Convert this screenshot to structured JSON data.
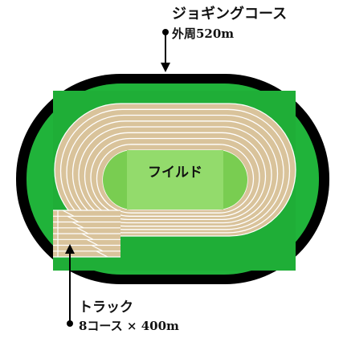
{
  "labels": {
    "jogging_title": "ジョギングコース",
    "jogging_sub": "外周520m",
    "track_title": "トラック",
    "track_sub": "8コース × 400m",
    "field": "フイルド"
  },
  "diagram": {
    "track_lanes": 8
  },
  "colors": {
    "outer_ring": "#000000",
    "grass": "#20b33a",
    "track": "#d9c39b",
    "lane_line": "#ffffff",
    "field_dark": "#79cd51",
    "field_light": "#93db6c",
    "text": "#111111"
  }
}
